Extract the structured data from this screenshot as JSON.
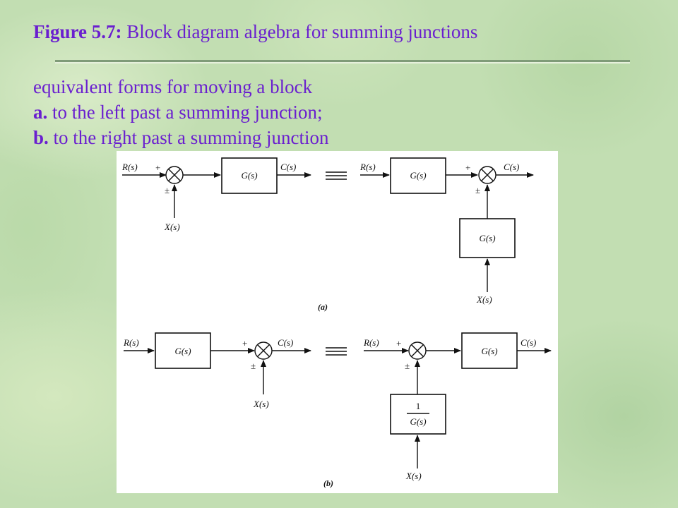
{
  "title": {
    "label": "Figure 5.7:",
    "text": " Block diagram algebra for summing junctions"
  },
  "subtitle": {
    "line1": "equivalent forms for moving a block",
    "line2_marker": "a.",
    "line2_text": " to the left past a summing junction;",
    "line3_marker": "b.",
    "line3_text": " to the right past a summing junction"
  },
  "figure": {
    "part_a_caption": "(a)",
    "part_b_caption": "(b)",
    "block_g": "G(s)",
    "block_inv_num": "1",
    "block_inv_den": "G(s)",
    "signal_r": "R(s)",
    "signal_c": "C(s)",
    "signal_x": "X(s)",
    "sign_plus": "+",
    "sign_plus_minus": "±"
  },
  "colors": {
    "text_accent": "#6a1fcf",
    "background": "#c2deb2",
    "figure_background": "#ffffff"
  }
}
